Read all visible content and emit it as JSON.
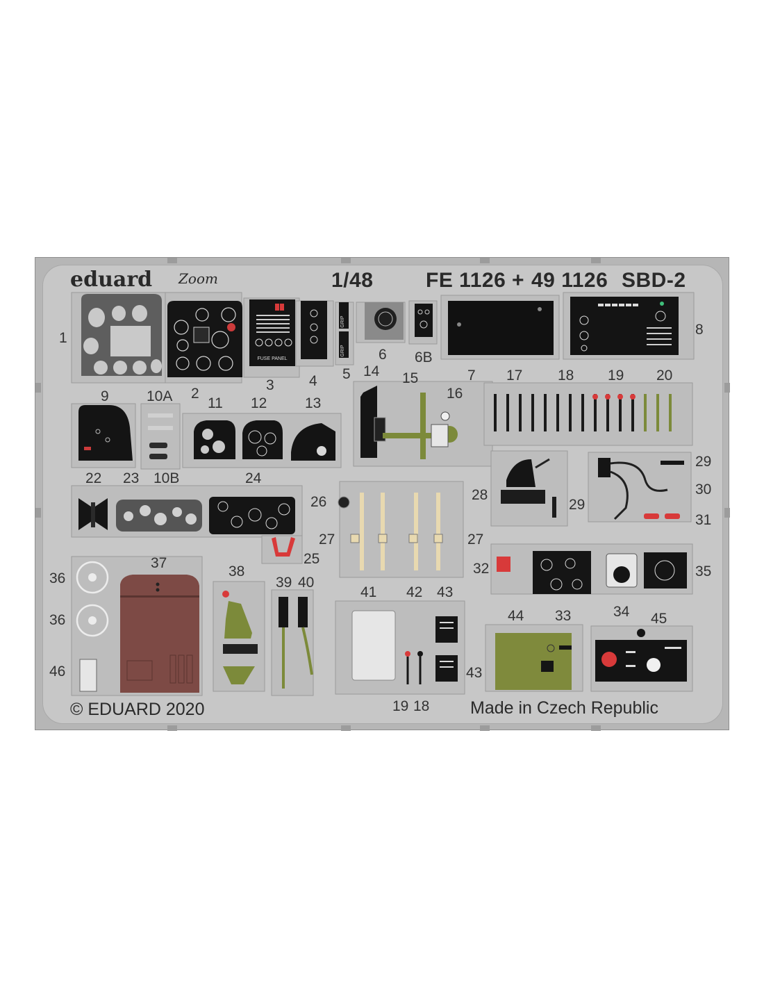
{
  "header": {
    "brand": "eduard",
    "zoom_logo": "Zoom",
    "scale": "1/48",
    "code_fe": "FE 1126",
    "plus": "+",
    "code_49": "49 1126",
    "model": "SBD-2"
  },
  "footer": {
    "copyright": "© EDUARD 2020",
    "made_in": "Made in Czech Republic"
  },
  "panel_text": {
    "fuse_panel": "FUSE PANEL",
    "grip": "GRIP"
  },
  "part_numbers": [
    "1",
    "2",
    "3",
    "4",
    "5",
    "6",
    "6B",
    "7",
    "8",
    "9",
    "10A",
    "10B",
    "11",
    "12",
    "13",
    "14",
    "15",
    "16",
    "17",
    "18",
    "19",
    "20",
    "22",
    "23",
    "24",
    "25",
    "26",
    "27",
    "27",
    "28",
    "29",
    "29",
    "30",
    "31",
    "32",
    "33",
    "34",
    "35",
    "36",
    "36",
    "37",
    "38",
    "39",
    "40",
    "41",
    "42",
    "43",
    "43",
    "44",
    "45",
    "46",
    "19",
    "18"
  ],
  "colors": {
    "fret_gray": "#c7c7c7",
    "panel_black": "#141414",
    "olive_green": "#7c8a3a",
    "wood_red_brown": "#7d4a45",
    "warning_red": "#d83a3a",
    "pcb_green": "#7f8a3c"
  }
}
